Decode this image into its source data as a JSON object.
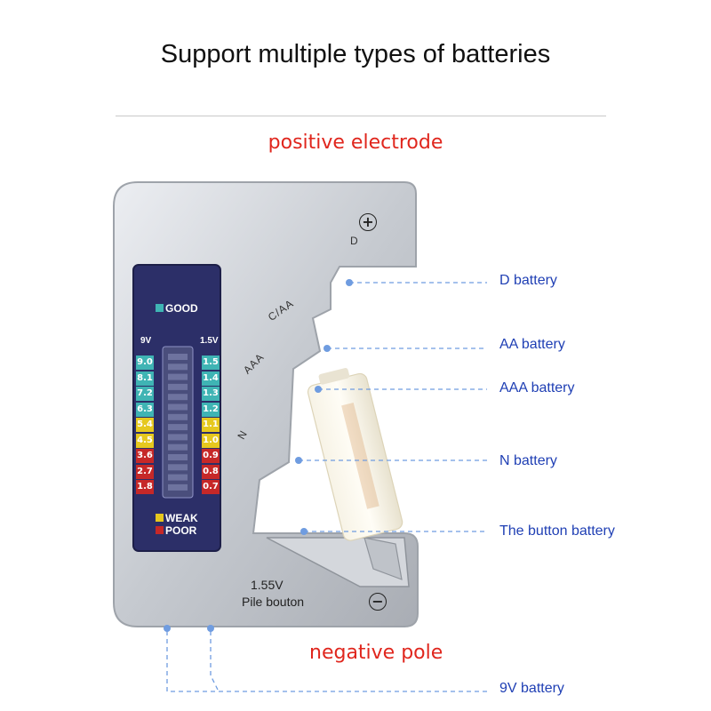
{
  "title": "Support multiple types of batteries",
  "labels": {
    "positive": "positive electrode",
    "negative": "negative pole"
  },
  "annotations": [
    {
      "id": "d",
      "text": "D battery"
    },
    {
      "id": "aa",
      "text": "AA battery"
    },
    {
      "id": "aaa",
      "text": "AAA battery"
    },
    {
      "id": "n",
      "text": "N battery"
    },
    {
      "id": "button",
      "text": "The button battery"
    },
    {
      "id": "9v",
      "text": "9V battery"
    }
  ],
  "device": {
    "good_label": "GOOD",
    "weak_label": "WEAK",
    "poor_label": "POOR",
    "left_header": "9V",
    "right_header": "1.5V",
    "left_scale": [
      "9.0",
      "8.1",
      "7.2",
      "6.3",
      "5.4",
      "4.5",
      "3.6",
      "2.7",
      "1.8"
    ],
    "right_scale": [
      "1.5",
      "1.4",
      "1.3",
      "1.2",
      "1.1",
      "1.0",
      "0.9",
      "0.8",
      "0.7"
    ],
    "scale_colors": [
      "#3fb4b4",
      "#3fb4b4",
      "#3fb4b4",
      "#3fb4b4",
      "#e6c81e",
      "#e6c81e",
      "#c62828",
      "#c62828",
      "#c62828"
    ],
    "slot_labels": {
      "d": "D",
      "caa": "C/AA",
      "aaa": "AAA",
      "n": "N"
    },
    "button_voltage": "1.55V",
    "button_label": "Pile bouton",
    "plus_symbol": "+",
    "minus_symbol": "−"
  },
  "colors": {
    "red_label": "#e0261d",
    "annotation_blue": "#1f3fb4",
    "dash_blue": "#6f9ce0",
    "lcd_bg": "#2c2f68",
    "good": "#3fb4b4",
    "weak": "#e6c81e",
    "poor": "#c62828"
  }
}
